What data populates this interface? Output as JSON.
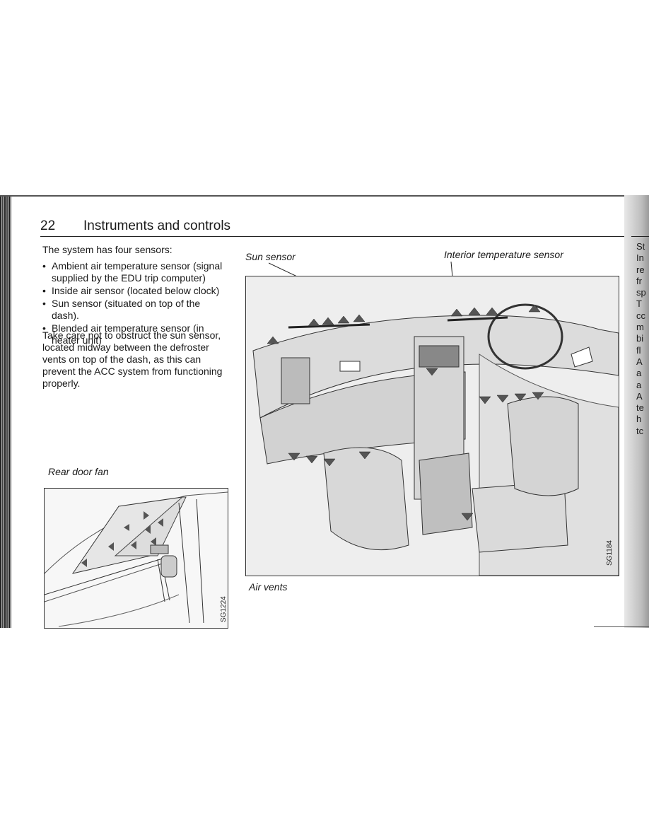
{
  "header": {
    "page_number": "22",
    "title": "Instruments and controls"
  },
  "body": {
    "intro": "The system has four sensors:",
    "bullets": [
      "Ambient air temperature sensor (signal supplied by the EDU trip computer)",
      "Inside air sensor (located below clock)",
      "Sun sensor (situated on top of the dash).",
      "Blended air temperature sensor (in heater unit)"
    ],
    "paragraph": "Take care not to obstruct the sun sensor, located midway between the defroster vents on top of the dash, as this can prevent the ACC system from functioning properly."
  },
  "figures": {
    "rear_door_fan": {
      "caption": "Rear door fan",
      "code": "SG1224"
    },
    "air_vents": {
      "caption": "Air vents",
      "code": "SG1184",
      "label_sun_sensor": "Sun sensor",
      "label_interior_sensor": "Interior temperature sensor"
    }
  },
  "next_page_fragments": [
    "St",
    "In",
    "re",
    "fr",
    "sp",
    "T",
    "cc",
    "m",
    "bi",
    "fl",
    "A",
    "a",
    "a",
    "A",
    "te",
    "h",
    "tc"
  ]
}
